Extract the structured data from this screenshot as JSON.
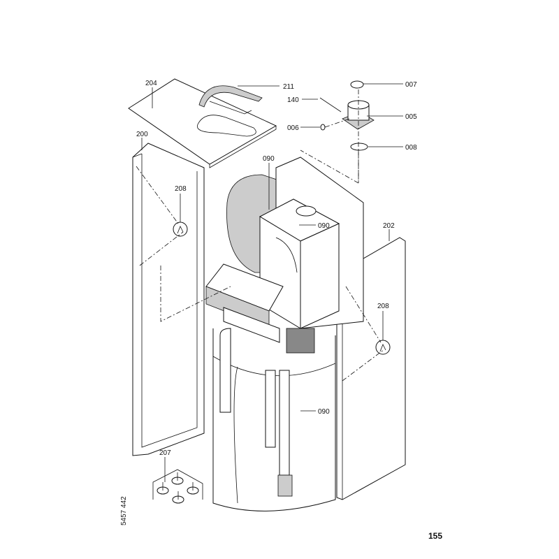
{
  "diagram": {
    "title": "Exploded parts view",
    "part_labels": {
      "p204": "204",
      "p211": "211",
      "p007": "007",
      "p140": "140",
      "p005": "005",
      "p006": "006",
      "p008": "008",
      "p200": "200",
      "p090a": "090",
      "p090b": "090",
      "p090c": "090",
      "p208a": "208",
      "p208b": "208",
      "p202": "202",
      "p207": "207"
    },
    "drawing_number": "5457 442",
    "page_number": "155"
  }
}
